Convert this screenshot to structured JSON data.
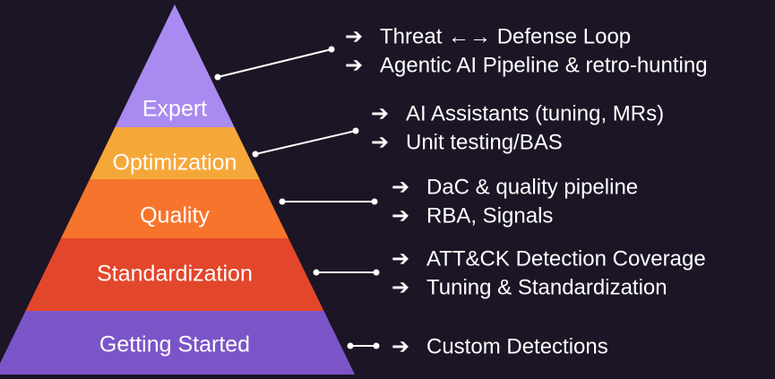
{
  "diagram": {
    "type": "maturity-pyramid",
    "tiers": [
      {
        "id": "expert",
        "label": "Expert",
        "color": "#a98af0",
        "bullets": [
          {
            "arrow": "➔",
            "text": "Threat ←→ Defense Loop"
          },
          {
            "arrow": "➔",
            "text": "Agentic AI Pipeline & retro-hunting"
          }
        ]
      },
      {
        "id": "optimization",
        "label": "Optimization",
        "color": "#f6a73a",
        "bullets": [
          {
            "arrow": "➔",
            "text": "AI Assistants (tuning, MRs)"
          },
          {
            "arrow": "➔",
            "text": "Unit testing/BAS"
          }
        ]
      },
      {
        "id": "quality",
        "label": "Quality",
        "color": "#f7742c",
        "bullets": [
          {
            "arrow": "➔",
            "text": "DaC & quality pipeline"
          },
          {
            "arrow": "➔",
            "text": "RBA, Signals"
          }
        ]
      },
      {
        "id": "standardization",
        "label": "Standardization",
        "color": "#e3472b",
        "bullets": [
          {
            "arrow": "➔",
            "text": "ATT&CK Detection Coverage"
          },
          {
            "arrow": "➔",
            "text": "Tuning & Standardization"
          }
        ]
      },
      {
        "id": "getting-started",
        "label": "Getting Started",
        "color": "#7b55c8",
        "bullets": [
          {
            "arrow": "➔",
            "text": "Custom Detections"
          }
        ]
      }
    ]
  }
}
